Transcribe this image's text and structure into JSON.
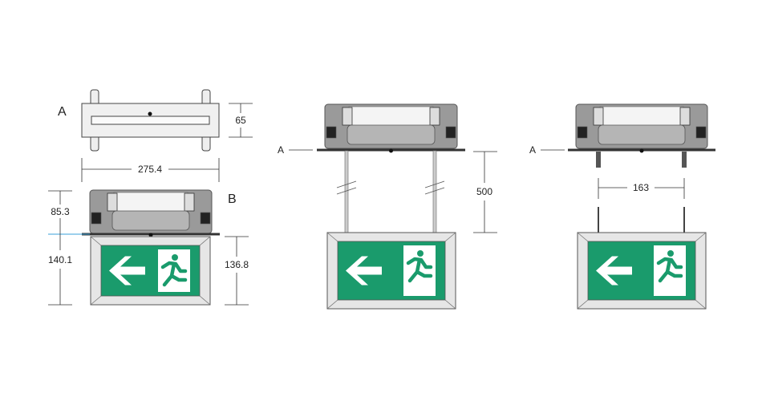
{
  "labels": {
    "view_a": "A",
    "view_b": "B",
    "ceiling_a_mid": "A",
    "ceiling_a_right": "A"
  },
  "dimensions": {
    "top_height": "65",
    "width": "275.4",
    "housing_height": "85.3",
    "sign_height_total": "140.1",
    "sign_height": "136.8",
    "suspension_length": "500",
    "hanger_spacing": "163"
  },
  "colors": {
    "sign_green": "#1a9b6c",
    "housing": "#9a9a9a",
    "frame": "#e6e6e6",
    "line": "#333333",
    "marker": "#3aa0d8"
  }
}
